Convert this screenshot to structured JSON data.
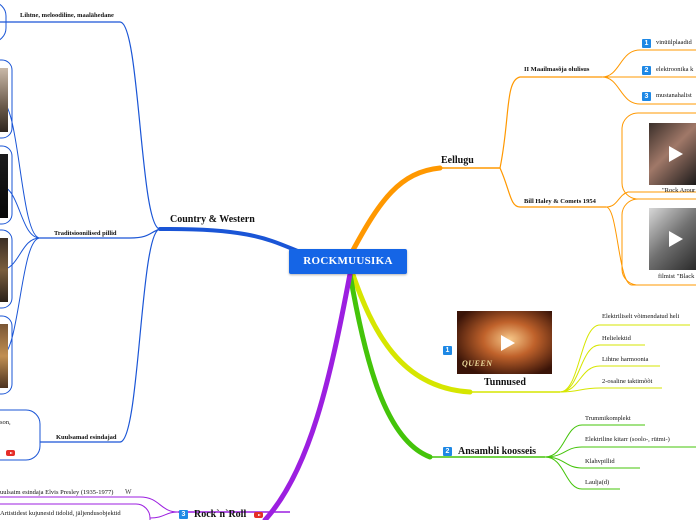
{
  "root": {
    "label": "ROCKMUUSIKA"
  },
  "colors": {
    "root_bg": "#1565e6",
    "country": "#1a55d6",
    "eellugu": "#ff9800",
    "tunnused": "#d6e600",
    "ansambel": "#44c40a",
    "rocknroll": "#9c1fe0",
    "number_badge": "#1e88e5",
    "youtube": "#e52d27"
  },
  "country": {
    "label": "Country & Western",
    "lihtne": "Lihtne, meloodiline, maalähedane",
    "pillid": "Traditsioonilised pillid",
    "esindajad": "Kuulsamad esindajad",
    "cut_text": "son,",
    "media_count": 4
  },
  "eellugu": {
    "label": "Eellugu",
    "sojaTitle": "II Maailmasõja olulisus",
    "soja_items": [
      {
        "num": "1",
        "text": "vinüülplaadid"
      },
      {
        "num": "2",
        "text": "elektroonika k"
      },
      {
        "num": "3",
        "text": "mustanahalist"
      }
    ],
    "haley": "Bill Haley & Comets 1954",
    "video1_caption": "\"Rock Arour",
    "video2_caption": "filmist \"Black"
  },
  "tunnused": {
    "num": "1",
    "label": "Tunnused",
    "video_logo": "QUEEN",
    "items": [
      "Elektriliselt võimendatud heli",
      "Helielektid",
      "Lihtne harmoonia",
      "2-osaline taktimõõt"
    ]
  },
  "ansambel": {
    "num": "2",
    "label": "Ansambli koosseis",
    "items": [
      "Trummikomplekt",
      "Elektriline kitarr (soolo-, rütmi-)",
      "Klahvpillid",
      "Laulja(d)"
    ]
  },
  "rocknroll": {
    "num": "3",
    "label": "Rock`n`Roll",
    "leaf1": "uulsaim esindaja Elvis Presley (1935-1977)",
    "leaf1_icon": "W",
    "leaf2": "Artistidest kujunesid iidolid, jäljendusobjektid"
  }
}
